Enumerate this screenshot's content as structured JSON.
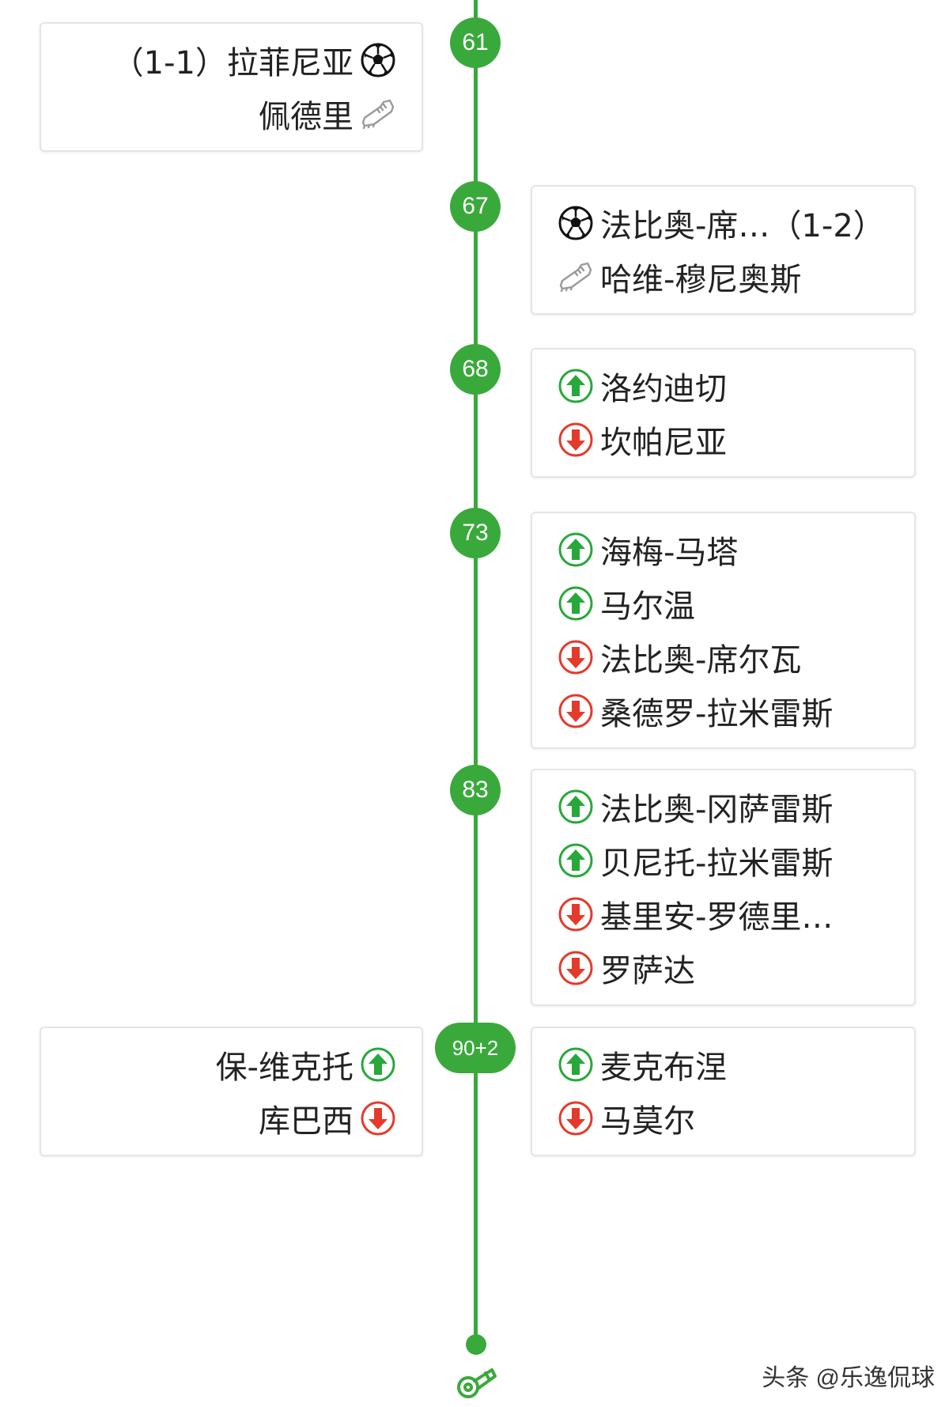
{
  "colors": {
    "timeline": "#3aa93c",
    "sub_in": "#27a83a",
    "sub_out": "#e43a2c",
    "card_border": "#e5e5e5"
  },
  "events": [
    {
      "minute": "61",
      "left": [
        {
          "text": "（1-1）拉菲尼亚",
          "icon": "soccer-ball-icon"
        },
        {
          "text": "佩德里",
          "icon": "boot-icon"
        }
      ]
    },
    {
      "minute": "67",
      "right": [
        {
          "text": "法比奥-席…（1-2）",
          "icon": "soccer-ball-icon"
        },
        {
          "text": "哈维-穆尼奥斯",
          "icon": "boot-icon"
        }
      ]
    },
    {
      "minute": "68",
      "right": [
        {
          "text": "洛约迪切",
          "icon": "sub-in-icon"
        },
        {
          "text": "坎帕尼亚",
          "icon": "sub-out-icon"
        }
      ]
    },
    {
      "minute": "73",
      "right": [
        {
          "text": "海梅-马塔",
          "icon": "sub-in-icon"
        },
        {
          "text": "马尔温",
          "icon": "sub-in-icon"
        },
        {
          "text": "法比奥-席尔瓦",
          "icon": "sub-out-icon"
        },
        {
          "text": "桑德罗-拉米雷斯",
          "icon": "sub-out-icon"
        }
      ]
    },
    {
      "minute": "83",
      "right": [
        {
          "text": "法比奥-冈萨雷斯",
          "icon": "sub-in-icon"
        },
        {
          "text": "贝尼托-拉米雷斯",
          "icon": "sub-in-icon"
        },
        {
          "text": "基里安-罗德里…",
          "icon": "sub-out-icon"
        },
        {
          "text": "罗萨达",
          "icon": "sub-out-icon"
        }
      ]
    },
    {
      "minute": "90+2",
      "left": [
        {
          "text": "保-维克托",
          "icon": "sub-in-icon"
        },
        {
          "text": "库巴西",
          "icon": "sub-out-icon"
        }
      ],
      "right": [
        {
          "text": "麦克布涅",
          "icon": "sub-in-icon"
        },
        {
          "text": "马莫尔",
          "icon": "sub-out-icon"
        }
      ]
    }
  ],
  "end_icon": "whistle-icon",
  "watermark": "头条 @乐逸侃球"
}
